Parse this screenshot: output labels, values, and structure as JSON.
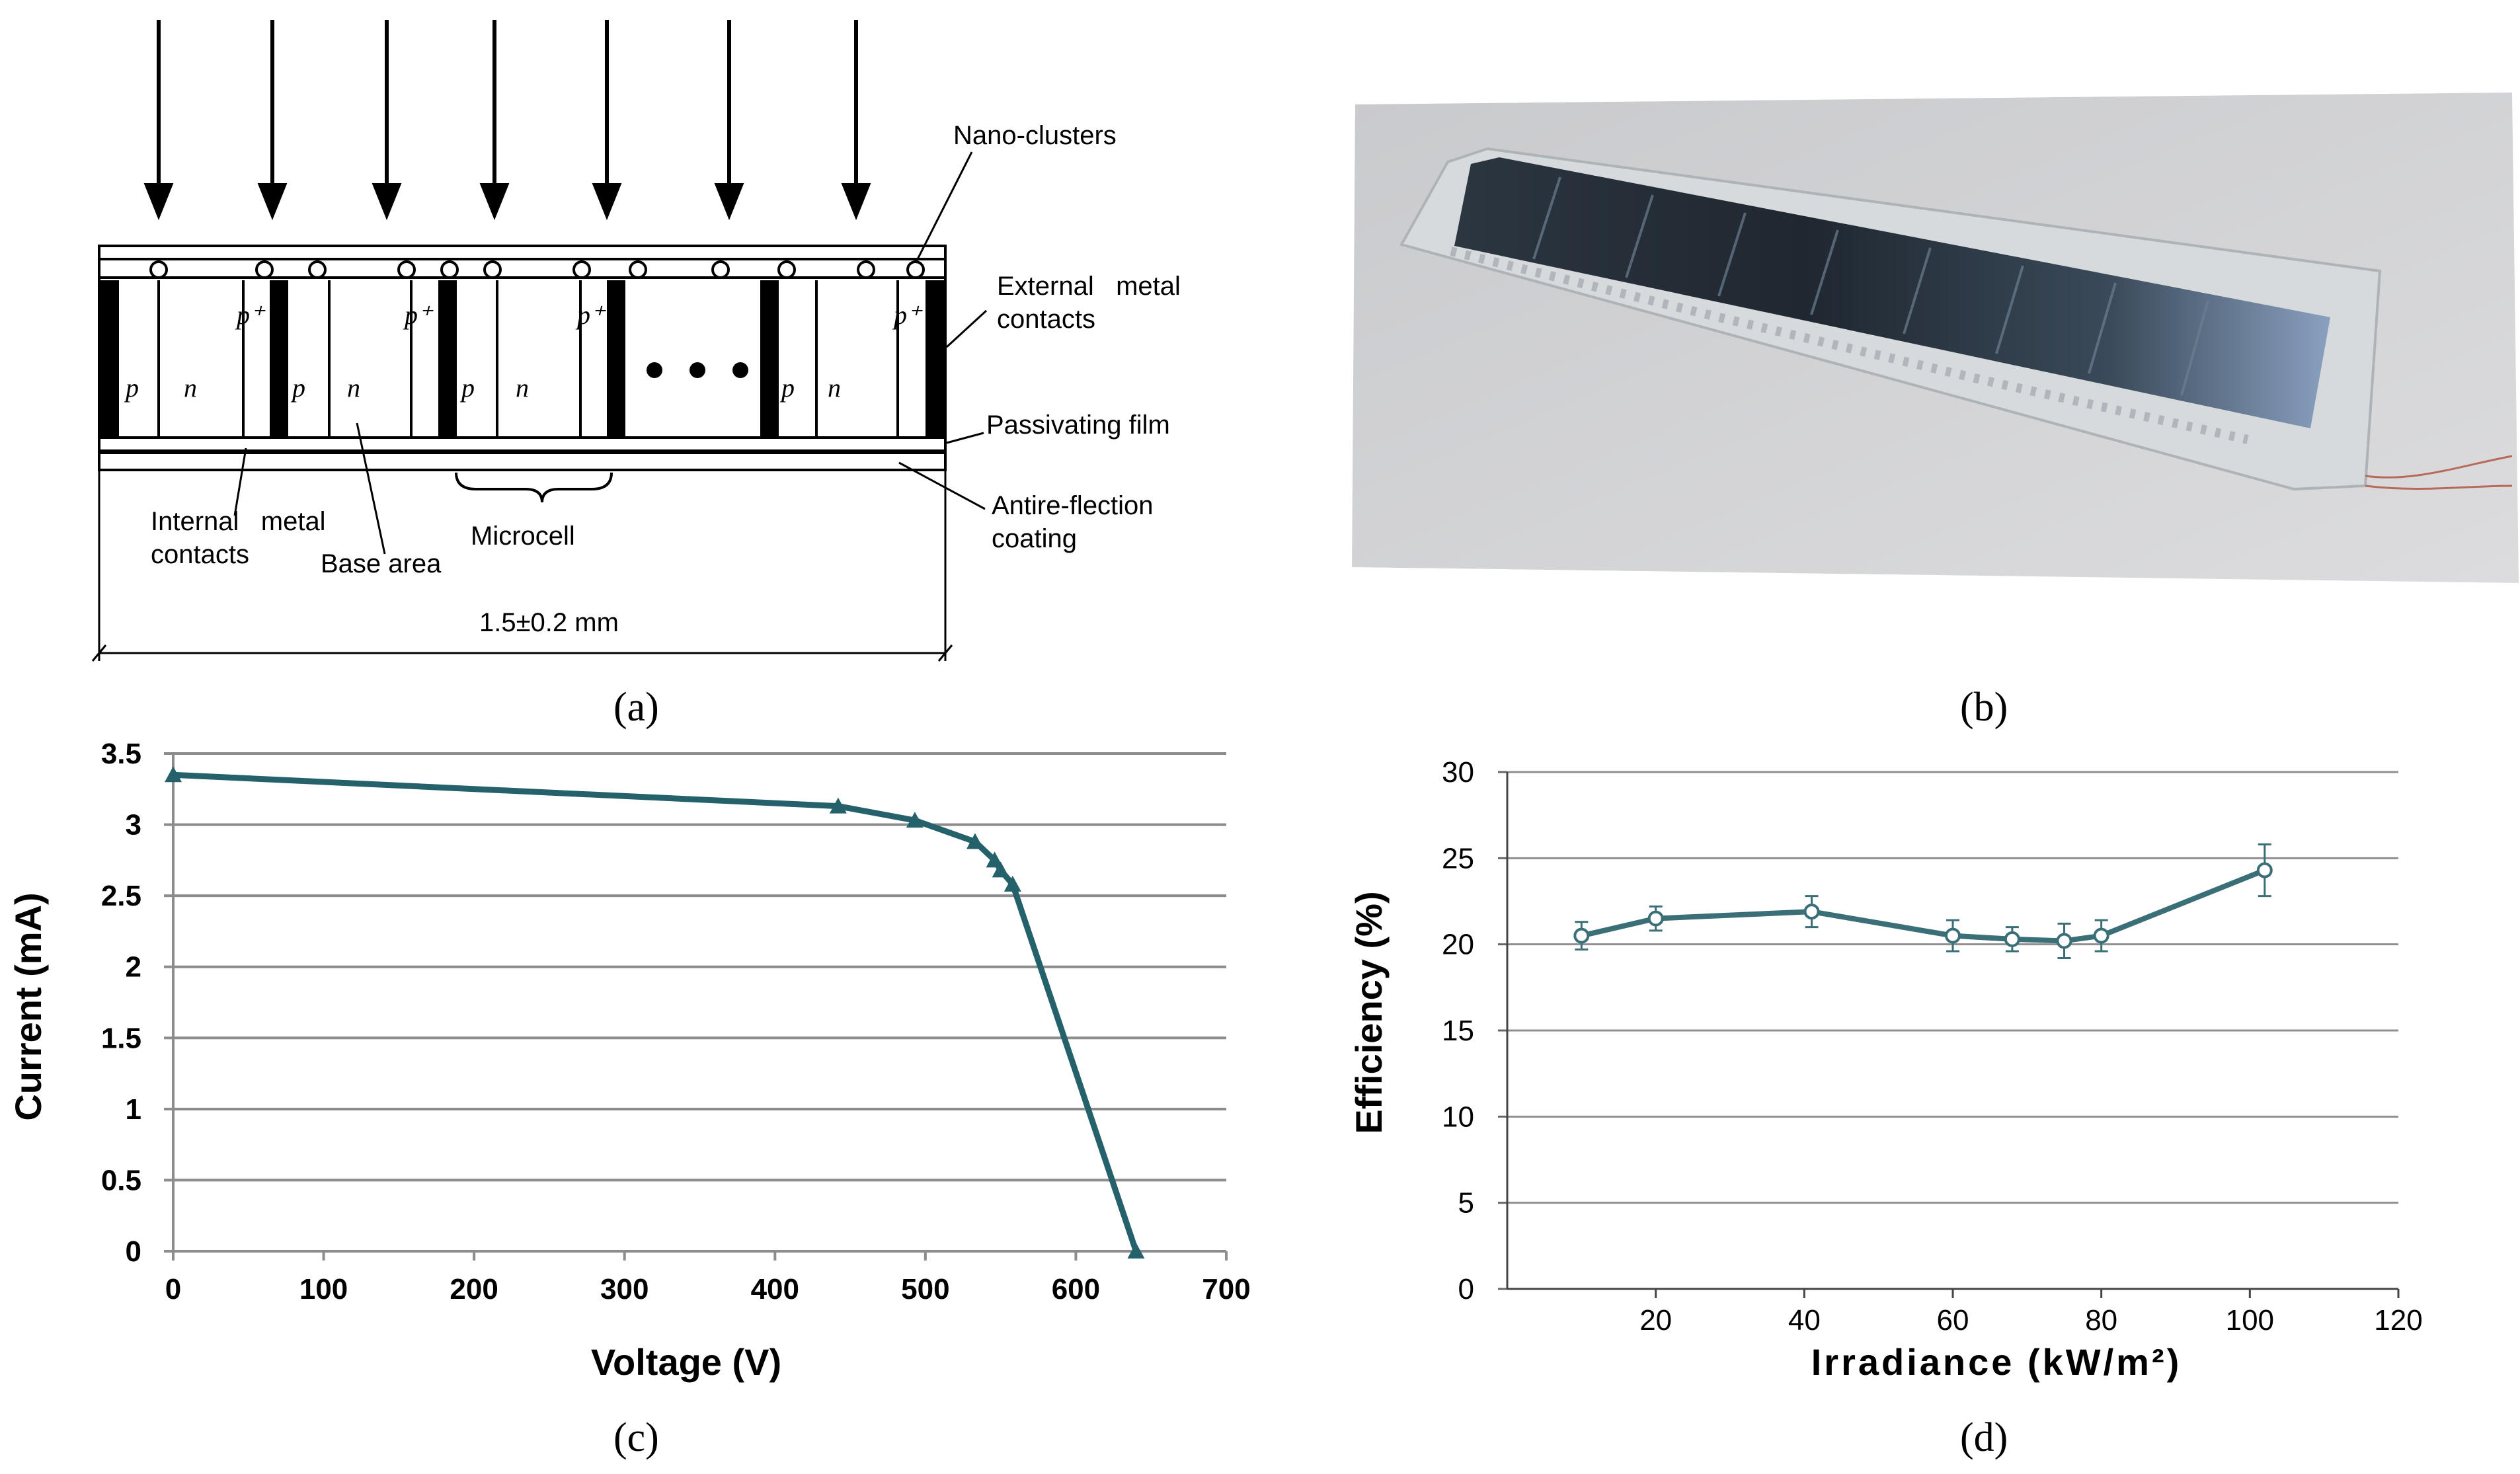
{
  "panels": {
    "a": "(a)",
    "b": "(b)",
    "c": "(c)",
    "d": "(d)"
  },
  "diagram_a": {
    "labels": {
      "nano_clusters": "Nano-clusters",
      "external_line1": "External   metal",
      "external_line2": "contacts",
      "passivating": "Passivating film",
      "antireflection_line1": "Antire-flection",
      "antireflection_line2": "coating",
      "internal_line1": "Internal   metal",
      "internal_line2": "contacts",
      "base_area": "Base area",
      "microcell": "Microcell",
      "dimension": "1.5±0.2 mm"
    },
    "region_p": "p",
    "region_n": "n",
    "region_pplus": "p⁺"
  },
  "photo_b": {
    "description_hidden": ""
  },
  "chart_data": [
    {
      "type": "line",
      "xlabel": "Voltage (V)",
      "ylabel": "Current (mA)",
      "xlim": [
        0,
        700
      ],
      "ylim": [
        0,
        3.5
      ],
      "xticks": [
        "0",
        "100",
        "200",
        "300",
        "400",
        "500",
        "600",
        "700"
      ],
      "yticks": [
        "0",
        "0.5",
        "1",
        "1.5",
        "2",
        "2.5",
        "3",
        "3.5"
      ],
      "grid": "horizontal",
      "series": [
        {
          "x": [
            0,
            442,
            493,
            533,
            546,
            550,
            558,
            640
          ],
          "y": [
            3.35,
            3.13,
            3.03,
            2.88,
            2.75,
            2.68,
            2.58,
            0
          ]
        }
      ],
      "color": "#24616a"
    },
    {
      "type": "line",
      "xlabel": "Irradiance (kW/m²)",
      "ylabel": "Efficiency (%)",
      "xlim": [
        0,
        120
      ],
      "ylim": [
        0,
        30
      ],
      "xticks": [
        "20",
        "40",
        "60",
        "80",
        "100",
        "120"
      ],
      "yticks": [
        "0",
        "5",
        "10",
        "15",
        "20",
        "25",
        "30"
      ],
      "grid": "horizontal",
      "series": [
        {
          "x": [
            10,
            20,
            41,
            60,
            68,
            75,
            80,
            102
          ],
          "y": [
            20.5,
            21.5,
            21.9,
            20.5,
            20.3,
            20.2,
            20.5,
            24.3
          ],
          "err": [
            0.8,
            0.7,
            0.9,
            0.9,
            0.7,
            1.0,
            0.9,
            1.5
          ]
        }
      ],
      "color": "#3a6f78"
    }
  ]
}
